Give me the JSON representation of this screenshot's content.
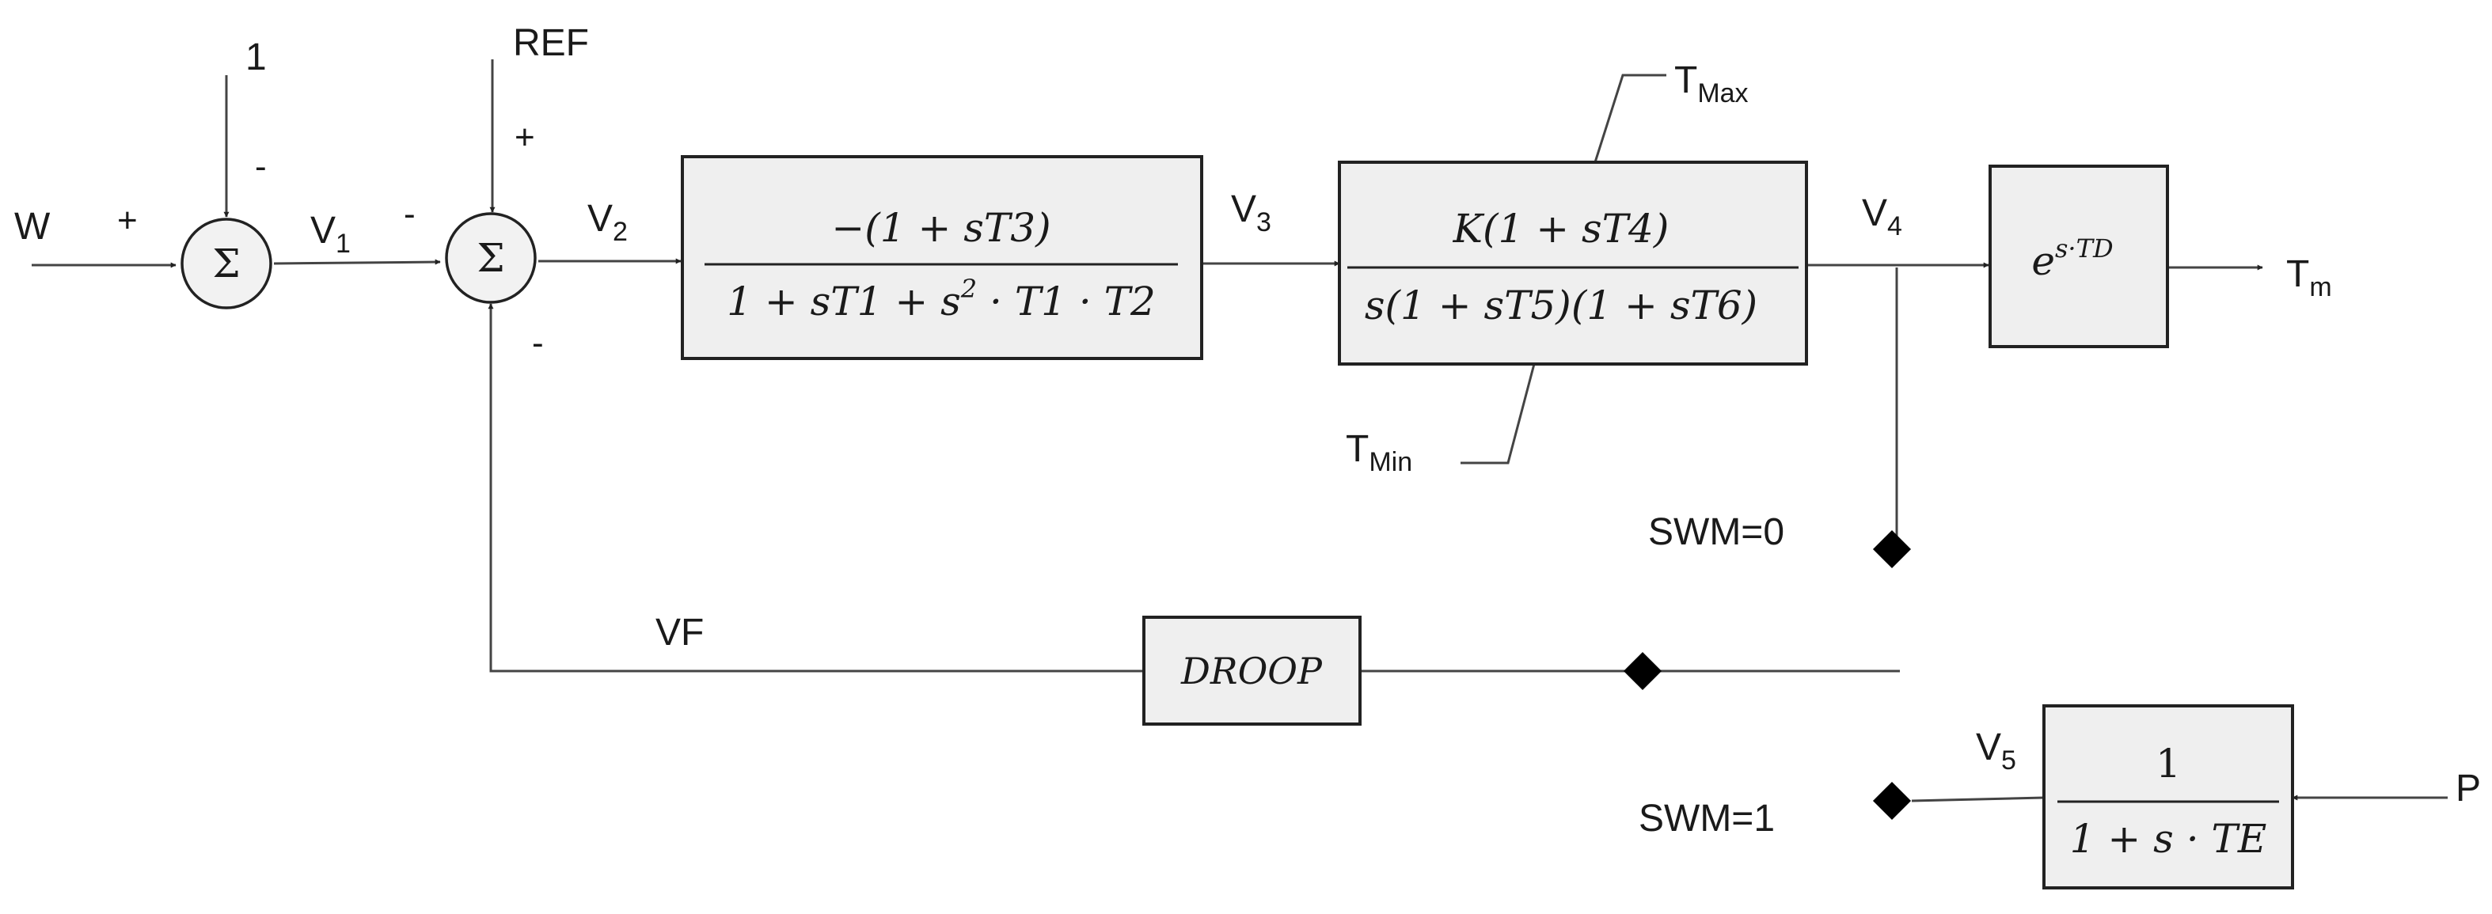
{
  "signals": {
    "w": "W",
    "one": "1",
    "ref": "REF",
    "v1": "V",
    "v1_sub": "1",
    "v2": "V",
    "v2_sub": "2",
    "v3": "V",
    "v3_sub": "3",
    "v4": "V",
    "v4_sub": "4",
    "v5": "V",
    "v5_sub": "5",
    "tm": "T",
    "tm_sub": "m",
    "tmax": "T",
    "tmax_sub": "Max",
    "tmin": "T",
    "tmin_sub": "Min",
    "vf": "VF",
    "p": "P"
  },
  "signs": {
    "w_plus": "+",
    "one_minus": "-",
    "v1_minus": "-",
    "ref_plus": "+",
    "vf_minus": "-"
  },
  "summers": {
    "sum1": "Σ",
    "sum2": "Σ"
  },
  "blocks": {
    "g1_num": "−(1 + sT3)",
    "g1_den_a": "1 + sT1 + s",
    "g1_den_exp": "2",
    "g1_den_b": " · T1 · T2",
    "g2_num": "K(1 + sT4)",
    "g2_den": "s(1 + sT5)(1 + sT6)",
    "delay_base": "e",
    "delay_exp": "s·TD",
    "droop": "DROOP",
    "lag_num": "1",
    "lag_den": "1 + s · TE"
  },
  "switch": {
    "swm0": "SWM=0",
    "swm1": "SWM=1"
  }
}
